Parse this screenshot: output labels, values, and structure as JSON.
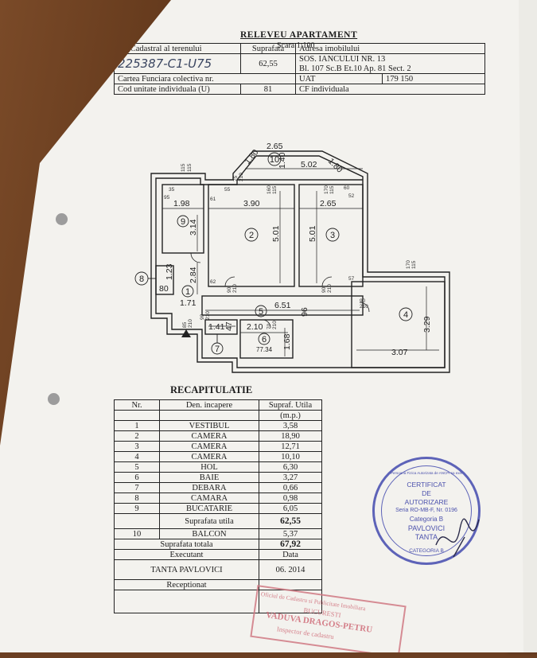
{
  "header": {
    "title": "RELEVEU APARTAMENT",
    "scale": "Scara 1:100",
    "cadastral_label": "Nr. Cadastral al terenului",
    "cadastral_value": "225387-C1-U75",
    "surface_label": "Suprafata",
    "surface_value": "62,55",
    "address_label": "Adresa imobilului",
    "address_line1": "SOS.  IANCULUI   NR. 13",
    "address_line2": "Bl. 107  Sc.B   Et.10  Ap. 81   Sect. 2",
    "carte_label": "Cartea Funciara colectiva nr.",
    "uat_label": "UAT",
    "uat_value": "179 150",
    "cod_label": "Cod unitate individuala (U)",
    "cod_value": "81",
    "cf_label": "CF individuala"
  },
  "plan": {
    "room_numbers": [
      "1",
      "2",
      "3",
      "4",
      "5",
      "6",
      "7",
      "8",
      "9",
      "10"
    ],
    "dims": [
      "2.65",
      "1.80",
      "1.40",
      "1.80",
      "5.02",
      "3.90",
      "2.65",
      "1.98",
      "3.14",
      "5.01",
      "5.01",
      "2.84",
      "1.23",
      "80",
      "1.71",
      "6.51",
      "96",
      "3.29",
      "3.07",
      "1.41",
      "47",
      "2.10",
      "1.68",
      "77.34"
    ],
    "small": [
      "115",
      "115",
      "75",
      "210",
      "160",
      "115",
      "170",
      "115",
      "60",
      "52",
      "61",
      "55",
      "95",
      "35",
      "90",
      "210",
      "90",
      "210",
      "57",
      "170",
      "115",
      "90",
      "210",
      "85",
      "210",
      "90",
      "210",
      "70",
      "210",
      "62"
    ]
  },
  "recap": {
    "title": "RECAPITULATIE",
    "col_nr": "Nr.",
    "col_den": "Den. incapere",
    "col_supraf": "Supraf. Utila",
    "col_unit": "(m.p.)",
    "rows": [
      {
        "nr": "1",
        "name": "VESTIBUL",
        "area": "3,58"
      },
      {
        "nr": "2",
        "name": "CAMERA",
        "area": "18,90"
      },
      {
        "nr": "3",
        "name": "CAMERA",
        "area": "12,71"
      },
      {
        "nr": "4",
        "name": "CAMERA",
        "area": "10,10"
      },
      {
        "nr": "5",
        "name": "HOL",
        "area": "6,30"
      },
      {
        "nr": "6",
        "name": "BAIE",
        "area": "3,27"
      },
      {
        "nr": "7",
        "name": "DEBARA",
        "area": "0,66"
      },
      {
        "nr": "8",
        "name": "CAMARA",
        "area": "0,98"
      },
      {
        "nr": "9",
        "name": "BUCATARIE",
        "area": "6,05"
      }
    ],
    "useful_label": "Suprafata   utila",
    "useful_value": "62,55",
    "balcon_nr": "10",
    "balcon_name": "BALCON",
    "balcon_area": "5,37",
    "total_label": "Suprafata   totala",
    "total_value": "67,92",
    "executant_label": "Executant",
    "data_label": "Data",
    "executant_name": "TANTA PAVLOVICI",
    "date_value": "06.  2014",
    "receptionat_label": "Receptionat"
  },
  "stamp_blue": {
    "line1": "CERTIFICAT",
    "line2": "DE",
    "line3": "AUTORIZARE",
    "line4": "Seria RO-MB-F, Nr. 0196",
    "line5": "Categoria B",
    "line6": "PAVLOVICI",
    "line7": "TANTA",
    "ring_top": "Persoana Fizica Autorizata de ANCPI sa execute lucrari de cadastru, geodezie si cartografie",
    "ring_bottom": "CATEGORIA B"
  },
  "stamp_red": {
    "line1": "Oficiul de Cadastru si Publicitate Imobiliara",
    "line2": "BUCURESTI",
    "line3": "VADUVA DRAGOS-PETRU",
    "line4": "Inspector de cadastru"
  },
  "colors": {
    "paper": "#f3f2ee",
    "ink": "#1c1c1c",
    "stamp_blue": "#4c52ad",
    "stamp_red": "#cf6b78"
  }
}
